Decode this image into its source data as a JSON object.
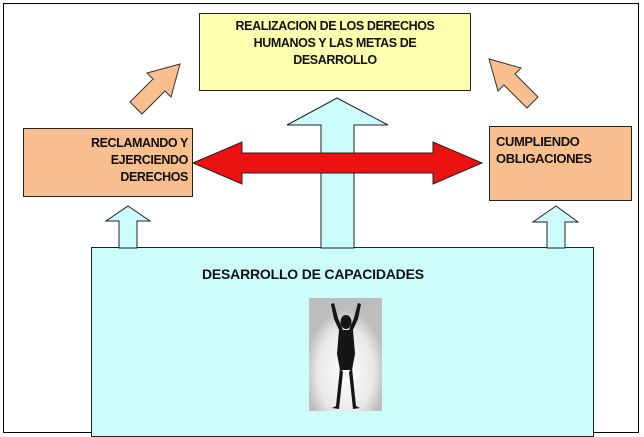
{
  "diagram": {
    "top_goal": {
      "lines": [
        "REALIZACION DE LOS DERECHOS",
        "HUMANOS Y LAS METAS DE",
        "DESARROLLO"
      ]
    },
    "left_box": {
      "lines": [
        "RECLAMANDO Y",
        "EJERCIENDO",
        "DERECHOS"
      ]
    },
    "right_box": {
      "lines": [
        "CUMPLIENDO",
        "OBLIGACIONES"
      ]
    },
    "base": {
      "title": "DESARROLLO  DE CAPACIDADES"
    }
  },
  "colors": {
    "goal_fill": "#ffffb0",
    "side_fill": "#fbbf8f",
    "base_fill": "#ccfcfc",
    "arrow_red": "#ee1111"
  },
  "icons": [
    "person-arms-raised-image"
  ]
}
